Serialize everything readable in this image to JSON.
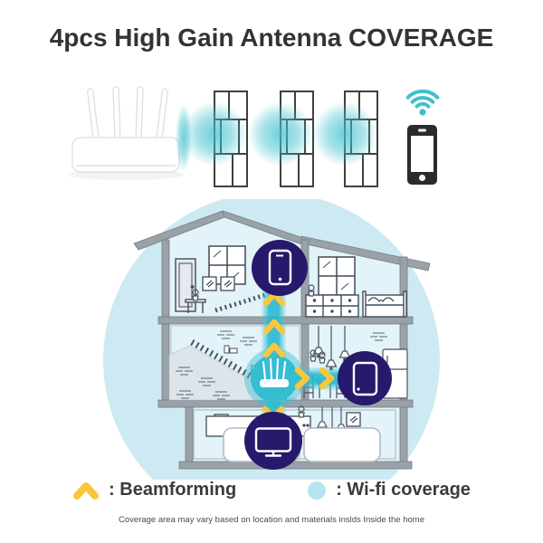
{
  "title": "4pcs High Gain Antenna COVERAGE",
  "top_illustration": {
    "router_icon": "white-router-4-antennas",
    "wall_icon": "brick-wall-section",
    "walls_count": 3,
    "signal_icon": "wifi-signal",
    "phone_icon": "smartphone"
  },
  "house_diagram": {
    "scene_icon": "house-cross-section",
    "router_icon": "router-with-signal-beams",
    "device_icons": [
      "smartphone-upstairs",
      "tablet-kitchen",
      "tv-living-room"
    ],
    "beam_directions": [
      "up",
      "right",
      "down"
    ]
  },
  "legend": {
    "items": [
      {
        "icon": "beamforming-arrow-icon",
        "color": "#f8c73c",
        "label": ": Beamforming"
      },
      {
        "icon": "wifi-coverage-dot-icon",
        "color": "#b5e4ee",
        "label": ": Wi-fi coverage"
      }
    ]
  },
  "disclaimer": "Coverage area may vary based on location and materials inslds Inside the home",
  "colors": {
    "accent_teal": "#3fc0ce",
    "coverage_circle": "#cdeaf3",
    "room_blue": "#e2f3f9",
    "beam_teal": "#2ab8d0",
    "device_navy": "#27196b",
    "arrow_yellow": "#f8c73c",
    "structure_gray": "#99a1a9",
    "title_text": "#333333"
  }
}
